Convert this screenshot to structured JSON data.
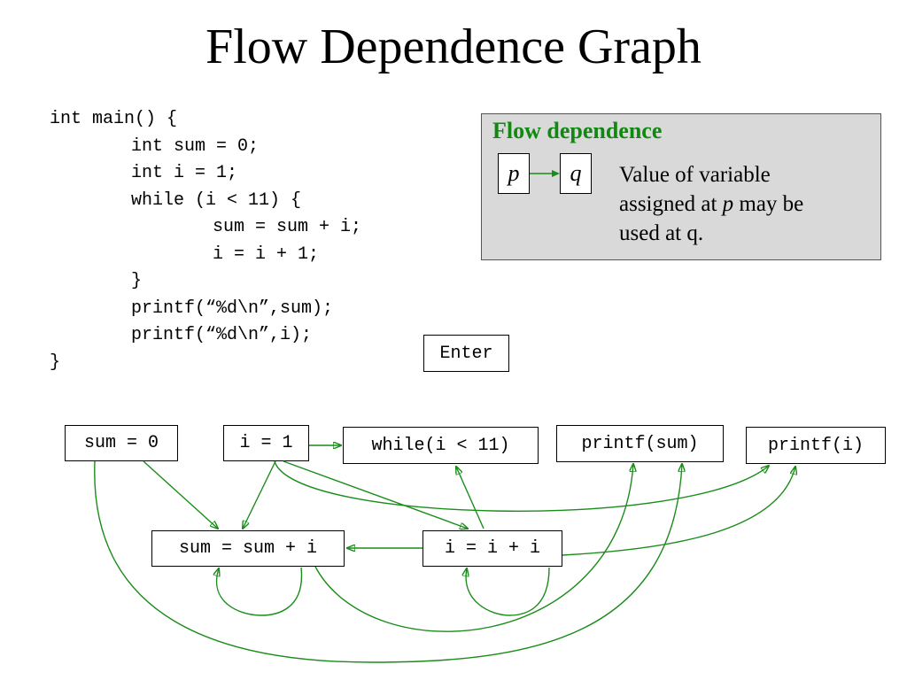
{
  "title": "Flow Dependence Graph",
  "code": {
    "lines": [
      "int main() {",
      "int sum = 0;",
      "int i = 1;",
      "while (i < 11) {",
      "sum = sum + i;",
      "i = i + 1;",
      "}",
      "printf(“%d\\n”,sum);",
      "printf(“%d\\n”,i);",
      "}"
    ]
  },
  "legend": {
    "title": "Flow dependence",
    "p_label": "p",
    "q_label": "q",
    "desc_line1": "Value of variable",
    "desc_line2_pre": "assigned at ",
    "desc_line2_var": "p",
    "desc_line2_post": " may be",
    "desc_line3": "used at q."
  },
  "graph": {
    "nodes": {
      "enter": "Enter",
      "sum0": "sum = 0",
      "i1": "i = 1",
      "while": "while(i < 11)",
      "printf_sum": "printf(sum)",
      "printf_i": "printf(i)",
      "sum_update": "sum = sum + i",
      "i_update": "i = i + i"
    }
  },
  "colors": {
    "edge": "#1a8c1a",
    "legend_title": "#118811",
    "legend_bg": "#d9d9d9"
  }
}
